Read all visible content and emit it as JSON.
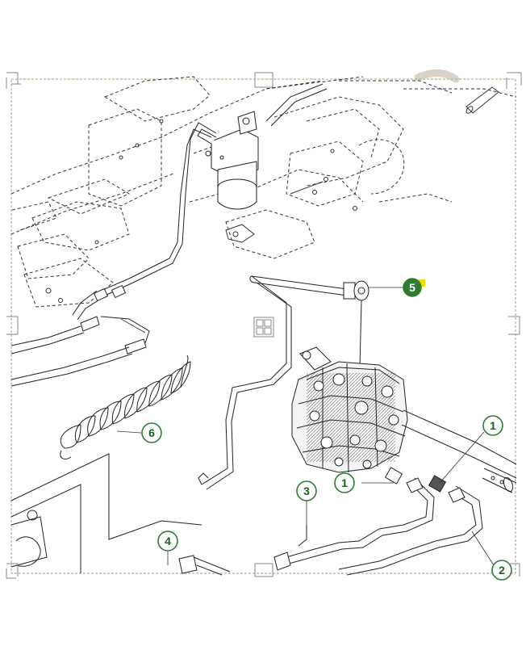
{
  "diagram": {
    "callouts": [
      {
        "id": "callout-5",
        "label": "5",
        "style": "filled"
      },
      {
        "id": "callout-6",
        "label": "6",
        "style": "outline"
      },
      {
        "id": "callout-1a",
        "label": "1",
        "style": "outline"
      },
      {
        "id": "callout-1b",
        "label": "1",
        "style": "outline"
      },
      {
        "id": "callout-3",
        "label": "3",
        "style": "outline"
      },
      {
        "id": "callout-4",
        "label": "4",
        "style": "outline"
      },
      {
        "id": "callout-2",
        "label": "2",
        "style": "outline"
      }
    ],
    "colors": {
      "callout_ring": "#2e7d32",
      "callout_fill": "#2e7d32",
      "callout_text_on_fill": "#ffffff",
      "callout_text": "#1b5e20",
      "highlight": "#f4e200",
      "linework": "#222222",
      "frame": "#9a9a9a"
    },
    "icons": {
      "corner_handles": "selection-corner-icon",
      "center_handle": "move-grid-icon"
    }
  }
}
